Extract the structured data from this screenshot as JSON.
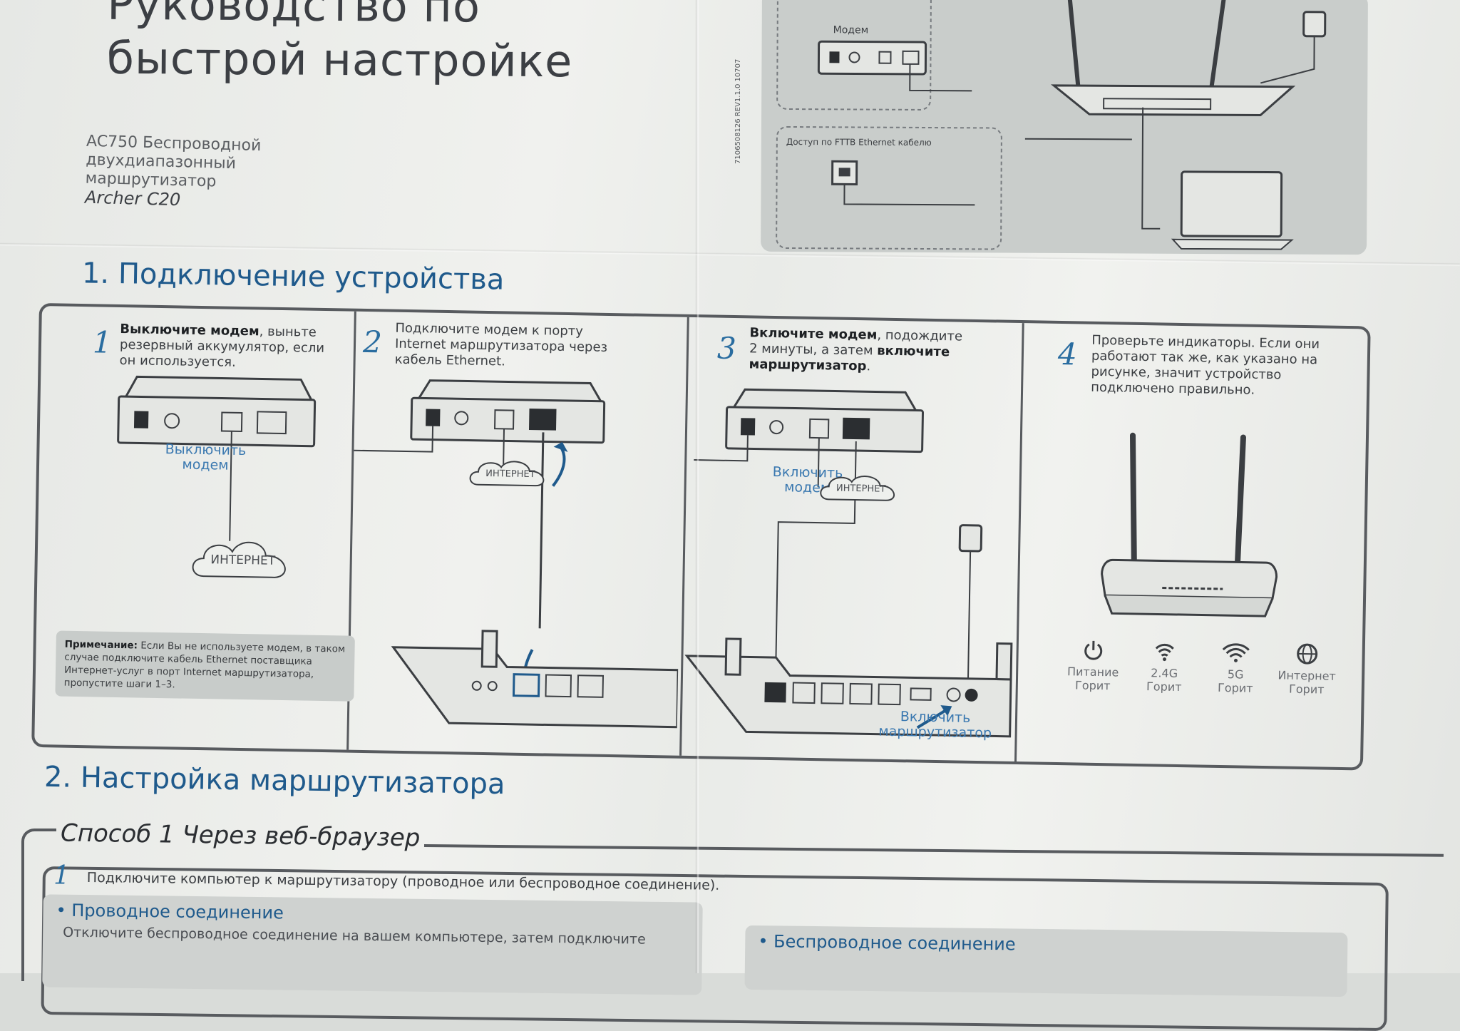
{
  "header": {
    "title_line1": "Руководство по",
    "title_line2": "быстрой настройке"
  },
  "product": {
    "line1": "AC750 Беспроводной",
    "line2": "двухдиапазонный",
    "line3": "маршрутизатор",
    "model": "Archer C20"
  },
  "top_figure": {
    "modem_label": "Модем",
    "fttb_label": "Доступ по FTTB Ethernet кабелю"
  },
  "vendor_code": "7106508126  REV1.1.0  10707",
  "section1": {
    "title": "1. Подключение устройства",
    "steps": [
      {
        "num": "1",
        "bold": "Выключите модем",
        "text": ", выньте резервный аккумулятор, если он используется.",
        "tag": "Выключить модем",
        "cloud": "ИНТЕРНЕТ"
      },
      {
        "num": "2",
        "text": "Подключите модем к порту Internet маршрутизатора через кабель Ethernet.",
        "cloud": "ИНТЕРНЕТ"
      },
      {
        "num": "3",
        "bold": "Включите модем",
        "text_mid": ", подождите 2 минуты, а затем ",
        "bold2": "включите маршрутизатор",
        "text_end": ".",
        "tag_modem": "Включить модем",
        "tag_router": "Включить маршрутизатор",
        "cloud": "ИНТЕРНЕТ"
      },
      {
        "num": "4",
        "text": "Проверьте индикаторы. Если они работают так же, как указано на рисунке, значит устройство подключено правильно."
      }
    ],
    "note": {
      "label": "Примечание:",
      "text": " Если Вы не используете модем, в таком случае подключите кабель Ethernet поставщика Интернет-услуг в порт Internet маршрутизатора, пропустите шаги 1–3."
    },
    "indicators": [
      {
        "name": "Питание",
        "state": "Горит",
        "icon": "power-icon"
      },
      {
        "name": "2.4G",
        "state": "Горит",
        "icon": "wifi-icon"
      },
      {
        "name": "5G",
        "state": "Горит",
        "icon": "wifi-icon"
      },
      {
        "name": "Интернет",
        "state": "Горит",
        "icon": "globe-icon"
      }
    ]
  },
  "section2": {
    "title": "2. Настройка маршрутизатора",
    "method": "Способ 1  Через веб-браузер",
    "step1_num": "1",
    "step1_text": "Подключите компьютер к маршрутизатору (проводное или беспроводное соединение).",
    "wired": {
      "title": "• Проводное соединение",
      "text": "Отключите беспроводное соединение на вашем компьютере, затем подключите"
    },
    "wireless": {
      "title": "• Беспроводное соединение"
    }
  },
  "colors": {
    "heading": "#1f5a8c",
    "accent": "#3a78b0",
    "frame": "#585b5f",
    "panel": "#cfd2d0"
  }
}
